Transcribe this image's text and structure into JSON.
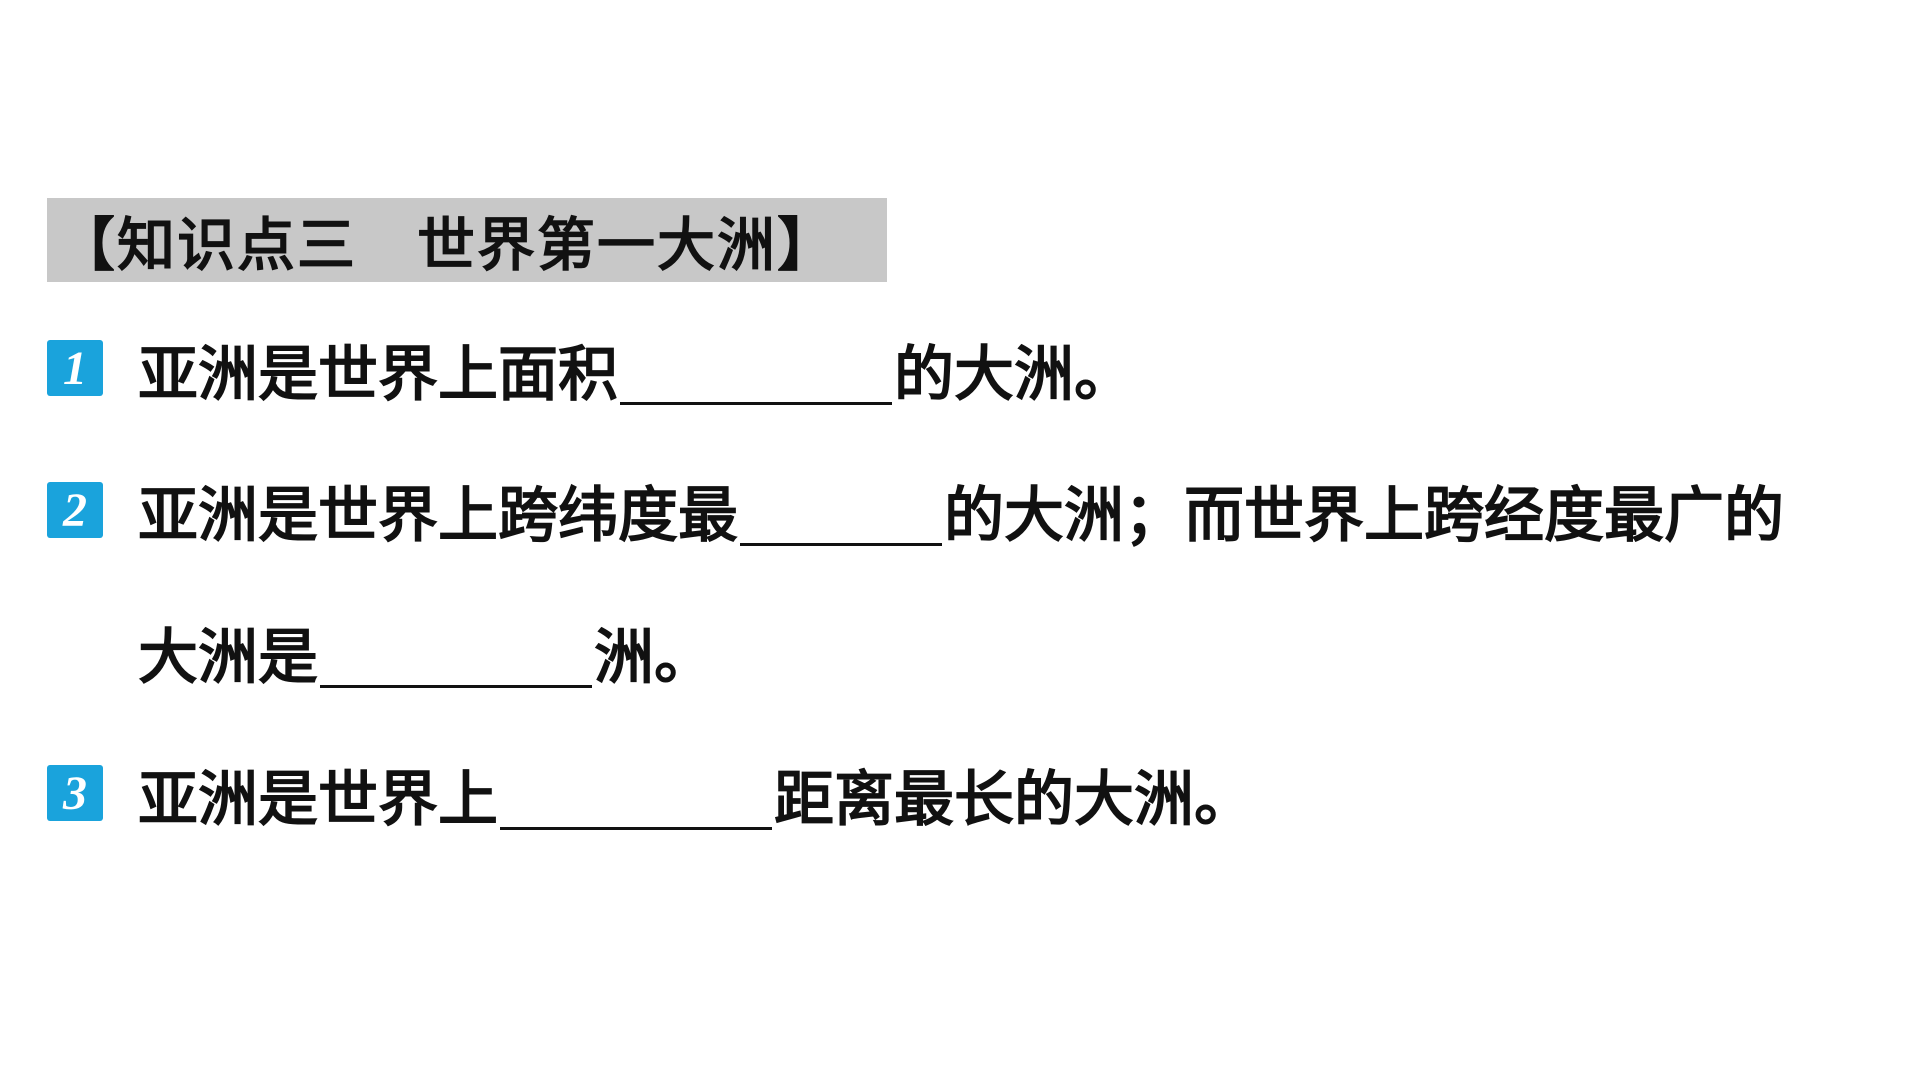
{
  "header": {
    "title": "【知识点三　世界第一大洲】"
  },
  "questions": [
    {
      "number": "1",
      "before": "亚洲是世界上面积",
      "after": "的大洲。"
    },
    {
      "number": "2",
      "before": "亚洲是世界上跨纬度最",
      "after": "的大洲；而世界上跨经度最广的",
      "line2_before": "大洲是",
      "line2_after": "洲。"
    },
    {
      "number": "3",
      "before": "亚洲是世界上",
      "after": "距离最长的大洲。"
    }
  ],
  "colors": {
    "badge": "#1aa3dc",
    "header_bg": "#c8c8c8"
  }
}
